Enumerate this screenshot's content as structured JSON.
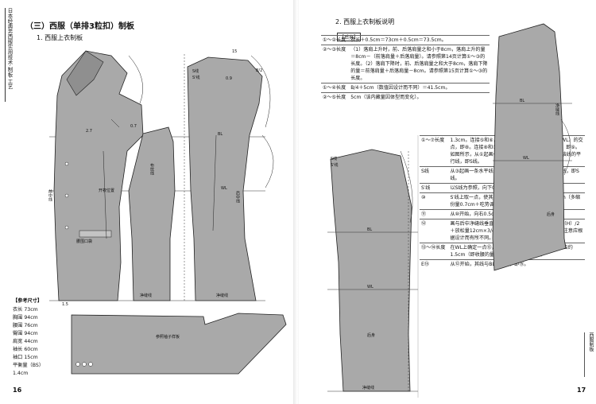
{
  "left_page": {
    "side_tab": [
      "日本经典男西服实用技术·制板·工艺"
    ],
    "title": "（三）西服（单排3粒扣）制板",
    "subtitle": "1. 西服上衣制板",
    "page_number": "16",
    "reference": {
      "title": "【参考尺寸】",
      "items": [
        "衣长 73cm",
        "胸围 94cm",
        "腰围 76cm",
        "臀围 94cm",
        "肩宽 44cm",
        "袖长 60cm",
        "袖口 15cm",
        "平衡量（BS）",
        "1.4cm"
      ]
    },
    "labels": {
      "bl": "BL",
      "wl": "WL",
      "front_center": "前中线",
      "grain": "布纹线",
      "back_seam": "后中线",
      "hem": "净缝线",
      "hem2": "净缝线",
      "sleeve_plate": "参照袖子样板",
      "pocket": "腰围口袋",
      "sleeve_width": "开衩位置",
      "s_mark": "S线",
      "s2_mark": "S'线",
      "ratio": "B/2",
      "d09": "0.9",
      "d15": "15",
      "d07": "0.7",
      "d27": "2.7",
      "d15b": "1.5"
    }
  },
  "right_page": {
    "title": "2. 西服上衣制板说明",
    "page_number": "17",
    "side_tab": "西服制板",
    "back_tag": "【后身】",
    "notes_top": [
      {
        "k": "①～②长度",
        "v": "衣长＋0.5cm＝73cm＋0.5cm＝73.5cm。"
      },
      {
        "k": "②～③长度",
        "v": "（1）落肩上升时，前、后落肩量之和小于8cm，落肩上升的量＝8cm－（前落肩量＋后落肩量）。请参照第14页计算①～③的长度。（2）落肩下降时，前、后落肩量之和大于8cm，落肩下降的量＝前落肩量＋后落肩量－8cm。请参照第15页计算①～③的长度。"
      },
      {
        "k": "①～④长度",
        "v": "B/4＋5cm（数值因设计而不同）＝41.5cm。"
      },
      {
        "k": "②～⑤长度",
        "v": "5cm（该内藏量因体型而变化）。"
      }
    ],
    "notes_bottom": [
      {
        "k": "①～⑦长度",
        "v": "1.3cm。连接⑤和⑥，形成相向线，该线与腰围线（WL）的交点，即⑧。连接⑧和①，其线与胸围线（BL）的交点，即⑨。如图所示，从①起画一条水平线，并向下2.8cm，画该线的平行线，即S线。"
      },
      {
        "k": "S线",
        "v": "从③起画一条水平线，并向下2.8cm，画该线的平行线，即S线。"
      },
      {
        "k": "S′线",
        "v": "以S线为参照，向下0.7cm画S线的平行线，即S′线。"
      },
      {
        "k": "⑩",
        "v": "S′线上取一点，使其与⑦的连线长度为肩宽/2＋0.9cm（多缩份量0.7cm＋吃势调整量0.2cm），这点即⑩。"
      },
      {
        "k": "⑪",
        "v": "从⑩开始，向右0.5cm，确定点⑪。"
      },
      {
        "k": "⑫",
        "v": "画与后中净缝线垂直的底边净缝线，且长度为净臀围（H）/2＋放松量12cm×3/4＋0.7cm，以确定该线端点⑫，注意应根据设计而有所不同。"
      },
      {
        "k": "⑬～⑭长度",
        "v": "在WL上确定一点⑬，⑬～⑭的长度为⑤～⑥的长度减去约1.5cm（即收腰的量，因设计而有所不同）。"
      },
      {
        "k": "E⑮",
        "v": "从⑫开始，其线与BL的交点，即⑮。"
      }
    ],
    "labels": {
      "bl": "BL",
      "wl": "WL",
      "bl2": "BL",
      "wl2": "WL",
      "back": "后身",
      "back2": "后身",
      "center_line": "净缝线",
      "center_line2": "净缝线",
      "s": "S线",
      "s2": "S'线"
    }
  }
}
